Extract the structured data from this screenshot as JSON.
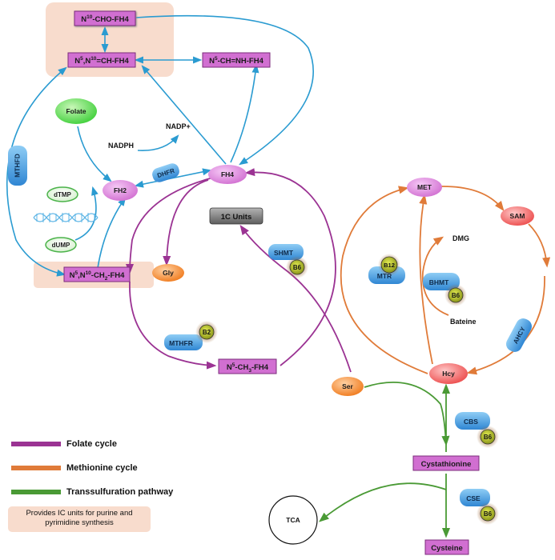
{
  "colors": {
    "folate": "#9b3393",
    "methionine": "#e07b39",
    "transsulfuration": "#4a9a35",
    "folate_flow": "#2a9bd1",
    "box_fill": "#d16fd1",
    "highlight": "#f8dccd"
  },
  "nodes": {
    "n10_cho": {
      "pre": "N",
      "sup": "10",
      "post": "-CHO-FH4"
    },
    "n5n10_ch": {
      "pre": "N",
      "sup": "5",
      "mid": ",N",
      "sup2": "10",
      "post": "=CH-FH4"
    },
    "n5_ch_nh": {
      "pre": "N",
      "sup": "5",
      "post": "-CH=NH-FH4"
    },
    "n5n10_ch2": {
      "pre": "N",
      "sup": "5",
      "mid": ",N",
      "sup2": "10",
      "post": "-CH",
      "sub": "2",
      "post2": "-FH4"
    },
    "n5_ch3": {
      "pre": "N",
      "sup": "5",
      "post": "-CH",
      "sub": "3",
      "post2": "-FH4"
    },
    "fh4": "FH4",
    "fh2": "FH2",
    "folate": "Folate",
    "dtmp": "dTMP",
    "dump": "dUMP",
    "gly": "Gly",
    "ser": "Ser",
    "one_c_units": "1C Units",
    "met": "MET",
    "sam": "SAM",
    "hcy": "Hcy",
    "cystathionine": "Cystathionine",
    "cysteine": "Cysteine",
    "tca": "TCA"
  },
  "cofactors": {
    "nadph": "NADPH",
    "nadp": "NADP+",
    "dmg": "DMG",
    "bateine": "Bateine"
  },
  "enzymes": {
    "mthfd": "MTHFD",
    "dhfr": "DHFR",
    "shmt": "SHMT",
    "mthfr": "MTHFR",
    "mtr": "MTR",
    "bhmt": "BHMT",
    "ahcy": "AHCY",
    "cbs": "CBS",
    "cse": "CSE"
  },
  "vitamins": {
    "shmt": "B6",
    "mthfr": "B2",
    "mtr": "B12",
    "bhmt": "B6",
    "cbs": "B6",
    "cse": "B6"
  },
  "legend": {
    "folate_cycle": "Folate cycle",
    "methionine_cycle": "Methionine cycle",
    "transsulfuration": "Transsulfuration pathway",
    "provides": "Provides IC units for purine and pyrimidine synthesis"
  }
}
